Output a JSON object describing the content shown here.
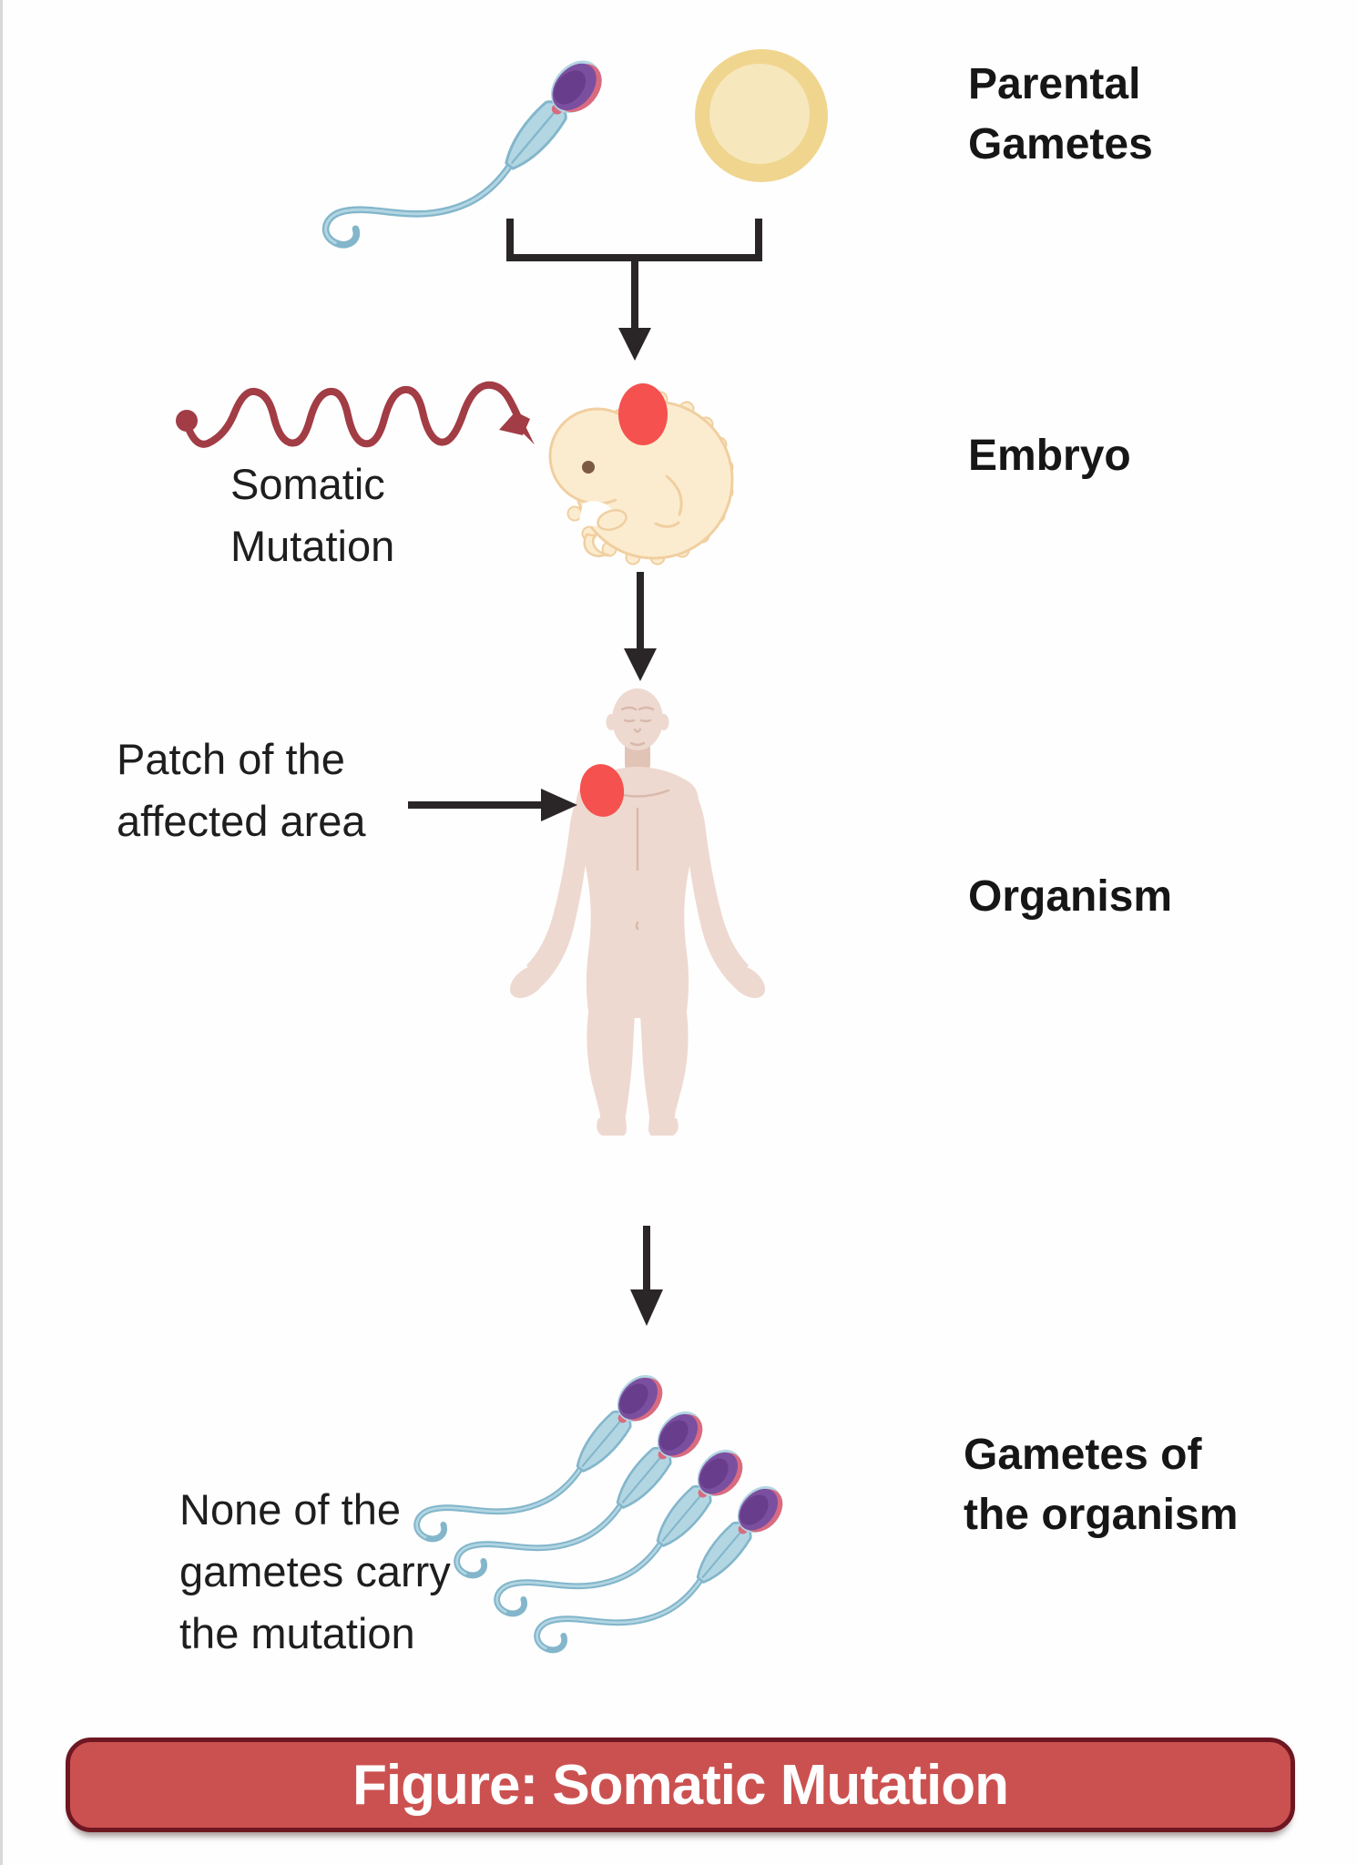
{
  "diagram": {
    "caption": "Figure: Somatic Mutation",
    "stage_labels": {
      "parental_gametes": "Parental\nGametes",
      "embryo": "Embryo",
      "organism": "Organism",
      "gametes_of_organism": "Gametes of\nthe organism"
    },
    "annotations": {
      "somatic_mutation": "Somatic\nMutation",
      "patch": "Patch of the\naffected area",
      "no_mutation_gametes": "None of the\ngametes carry\nthe mutation"
    },
    "icons": [
      "sperm-icon",
      "egg-icon",
      "gamete-join-bracket",
      "mutation-squiggle-arrow",
      "embryo-icon",
      "down-arrow",
      "patch-arrow",
      "human-figure-icon",
      "mutation-patch",
      "gametes-sperm-group-icon"
    ],
    "colors": {
      "label_ink": "#161616",
      "arrow_ink": "#2a2627",
      "mutation_red": "#a23c45",
      "patch_red": "#f4514f",
      "egg_outer": "#f0d58f",
      "egg_inner": "#f7e7bd",
      "sperm_head": "#7b4fa0",
      "sperm_head_dark": "#683d8c",
      "sperm_rim": "#d96b80",
      "sperm_body": "#b3d6e3",
      "sperm_outline": "#83b6cb",
      "skin": "#eed9d0",
      "skin_shade": "#e2c4b7",
      "skin_line": "#d9b9ac",
      "embryo_fill": "#fceccf",
      "embryo_outline": "#f0cfa0",
      "banner_fill": "#cb5150",
      "banner_border": "#6e1722",
      "caption_text": "#ffffff"
    }
  }
}
